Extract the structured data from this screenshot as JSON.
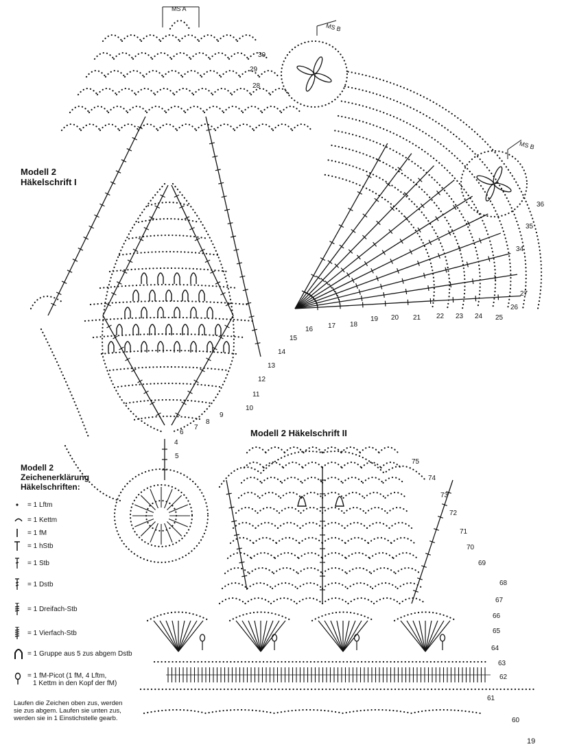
{
  "titles": {
    "schrift1_line1": "Modell 2",
    "schrift1_line2": "Häkelschrift I",
    "schrift2": "Modell 2 Häkelschrift II",
    "legend_line1": "Modell 2",
    "legend_line2": "Zeichenerklärung",
    "legend_line3": "Häkelschriften:"
  },
  "ms_labels": {
    "a": "MS A",
    "b1": "MS B",
    "b2": "MS B"
  },
  "legend": [
    {
      "symbol": "chain-dot-icon",
      "text": "= 1 Lftm"
    },
    {
      "symbol": "slip-stitch-icon",
      "text": "= 1 Kettm"
    },
    {
      "symbol": "single-crochet-icon",
      "text": "= 1 fM"
    },
    {
      "symbol": "half-double-icon",
      "text": "= 1 hStb"
    },
    {
      "symbol": "double-crochet-icon",
      "text": "= 1 Stb"
    },
    {
      "symbol": "treble-crochet-icon",
      "text": "= 1 Dstb"
    },
    {
      "symbol": "triple-treble-icon",
      "text": "= 1 Dreifach-Stb"
    },
    {
      "symbol": "quad-treble-icon",
      "text": "= 1 Vierfach-Stb"
    },
    {
      "symbol": "cluster-icon",
      "text": "= 1 Gruppe aus 5 zus abgem Dstb"
    },
    {
      "symbol": "picot-icon",
      "text_line1": "= 1 fM-Picot (1 fM, 4 Lftm,",
      "text_line2": "1 Kettm in den Kopf der fM)"
    }
  ],
  "note": {
    "line1": "Laufen die Zeichen oben zus, werden",
    "line2": "sie zus abgem. Laufen sie unten zus,",
    "line3": "werden sie in 1 Einstichstelle gearb."
  },
  "rows_schrift1": [
    "4",
    "5",
    "6",
    "7",
    "8",
    "9",
    "10",
    "11",
    "12",
    "13",
    "14",
    "15",
    "16",
    "17",
    "18",
    "19",
    "20",
    "21",
    "22",
    "23",
    "24",
    "25",
    "26",
    "27",
    "28",
    "29",
    "30",
    "34",
    "35",
    "36"
  ],
  "rows_schrift2": [
    "60",
    "61",
    "62",
    "63",
    "64",
    "65",
    "66",
    "67",
    "68",
    "69",
    "70",
    "71",
    "72",
    "73",
    "74",
    "75"
  ],
  "page_number": "19"
}
